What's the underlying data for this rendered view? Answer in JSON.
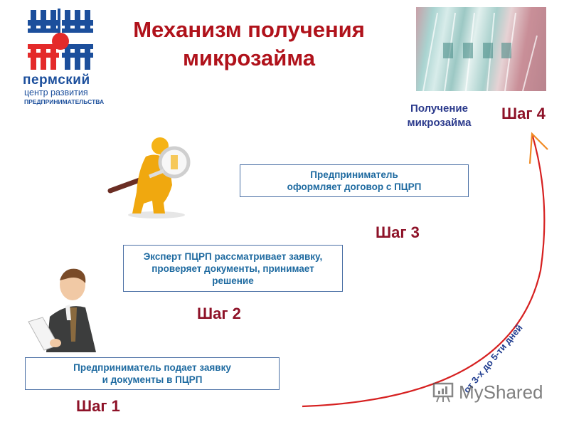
{
  "logo": {
    "line1": "пермский",
    "line2": "центр развития",
    "line3": "ПРЕДПРИНИМАТЕЛЬСТВА",
    "colors": {
      "blue": "#1c4f9c",
      "red": "#e42a2a"
    }
  },
  "title": {
    "line1": "Механизм получения",
    "line2": "микрозайма",
    "color": "#b0121b"
  },
  "steps": [
    {
      "label": "Шаг 1",
      "text_line1": "Предприниматель подает заявку",
      "text_line2": "и документы в ПЦРП"
    },
    {
      "label": "Шаг 2",
      "text_line1": "Эксперт ПЦРП рассматривает заявку,",
      "text_line2": "проверяет документы, принимает",
      "text_line3": "решение"
    },
    {
      "label": "Шаг 3",
      "text_line1": "Предприниматель",
      "text_line2": "оформляет договор с ПЦРП"
    },
    {
      "label": "Шаг 4",
      "text_line1": "Получение",
      "text_line2": "микрозайма"
    }
  ],
  "arrow": {
    "duration": "от 3-х до 5-ти дней",
    "color": "#d62020",
    "head_color": "#f08a24"
  },
  "images": {
    "money": "money-photo",
    "searcher": "figure-with-magnifier",
    "businessman": "businessman-with-document"
  },
  "watermark": "MyShared"
}
